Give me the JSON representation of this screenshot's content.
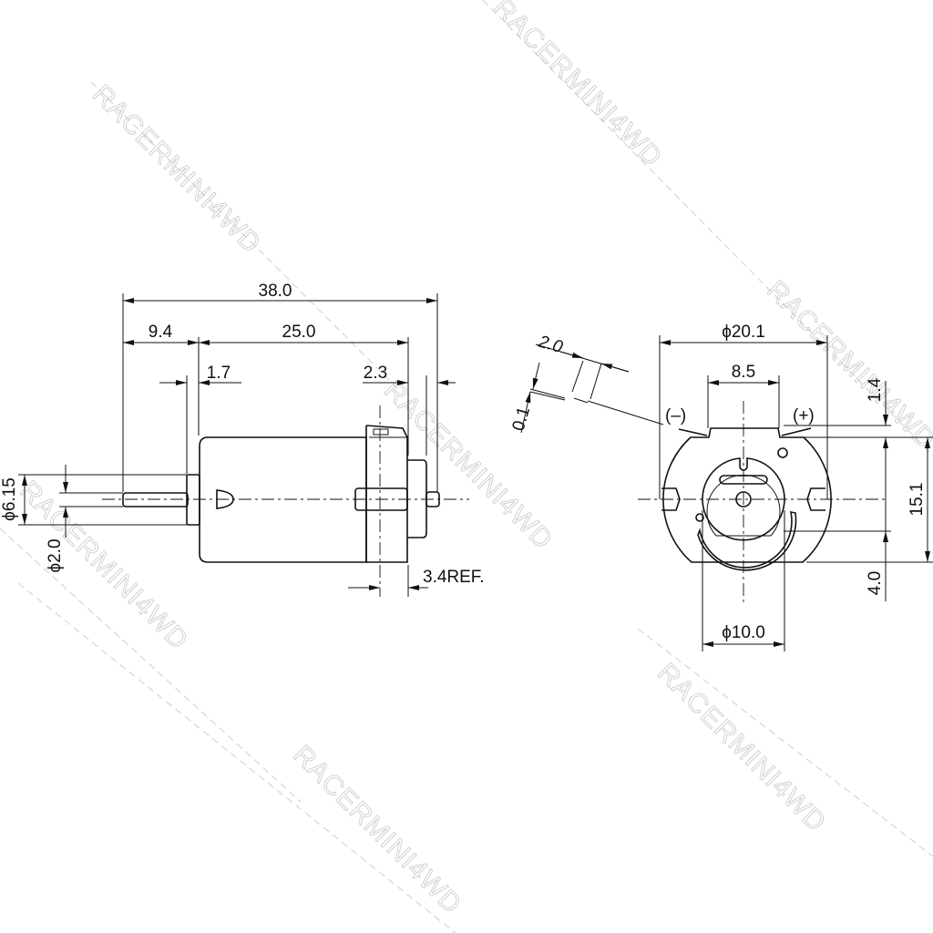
{
  "watermark": "RACERMINI4WD",
  "side_view": {
    "dims": {
      "overall_length": "38.0",
      "shaft_length": "9.4",
      "body_length": "25.0",
      "flange_thickness": "1.7",
      "rear_boss": "2.3",
      "flange_diameter": "ϕ6.15",
      "shaft_diameter": "ϕ2.0",
      "bracket_ref": "3.4REF."
    }
  },
  "end_view": {
    "terminal_minus": "(–)",
    "terminal_plus": "(+)",
    "dims": {
      "body_diameter": "ϕ20.1",
      "lug_width": "8.5",
      "terminal_height": "1.4",
      "body_height": "15.1",
      "bottom_offset": "4.0",
      "boss_diameter": "ϕ10.0",
      "terminal_width": "2.0",
      "terminal_thickness": "0.1"
    }
  }
}
